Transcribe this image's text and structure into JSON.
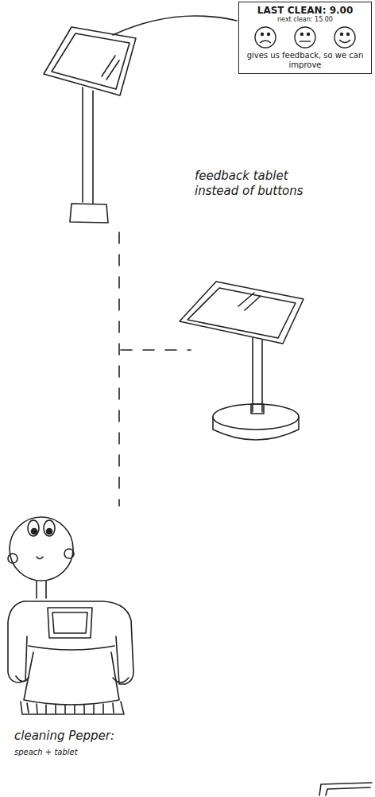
{
  "diagram": {
    "nodes": [
      {
        "text": [
          "LAST CLEAN: 9.00",
          "next clean: 15.00",
          "gives us feedback, so we can improve"
        ]
      }
    ],
    "labels": [
      "feedback tablet instead of buttons",
      "cleaning Pepper:",
      "speach + tablet"
    ]
  }
}
